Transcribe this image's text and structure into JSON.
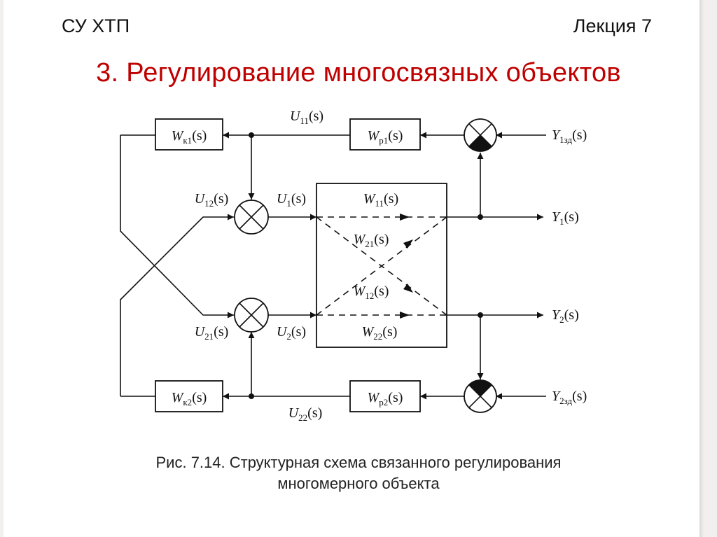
{
  "header": {
    "left": "СУ ХТП",
    "right": "Лекция 7"
  },
  "title": "3. Регулирование многосвязных объектов",
  "caption": {
    "line1": "Рис. 7.14. Структурная схема связанного регулирования",
    "line2": "многомерного объекта"
  },
  "diagram": {
    "blocks": {
      "wk1": {
        "main": "W",
        "sub": "к1",
        "arg": "(s)"
      },
      "wp1": {
        "main": "W",
        "sub": "р1",
        "arg": "(s)"
      },
      "wk2": {
        "main": "W",
        "sub": "к2",
        "arg": "(s)"
      },
      "wp2": {
        "main": "W",
        "sub": "р2",
        "arg": "(s)"
      }
    },
    "signals": {
      "u11": {
        "main": "U",
        "sub": "11",
        "arg": "(s)"
      },
      "u12": {
        "main": "U",
        "sub": "12",
        "arg": "(s)"
      },
      "u1": {
        "main": "U",
        "sub": "1",
        "arg": "(s)"
      },
      "u21": {
        "main": "U",
        "sub": "21",
        "arg": "(s)"
      },
      "u2": {
        "main": "U",
        "sub": "2",
        "arg": "(s)"
      },
      "u22": {
        "main": "U",
        "sub": "22",
        "arg": "(s)"
      },
      "y1": {
        "main": "Y",
        "sub": "1",
        "arg": "(s)"
      },
      "y2": {
        "main": "Y",
        "sub": "2",
        "arg": "(s)"
      },
      "y1zd": {
        "main": "Y",
        "sub": "1зд",
        "arg": "(s)"
      },
      "y2zd": {
        "main": "Y",
        "sub": "2зд",
        "arg": "(s)"
      },
      "w11": {
        "main": "W",
        "sub": "11",
        "arg": "(s)"
      },
      "w21": {
        "main": "W",
        "sub": "21",
        "arg": "(s)"
      },
      "w12": {
        "main": "W",
        "sub": "12",
        "arg": "(s)"
      },
      "w22": {
        "main": "W",
        "sub": "22",
        "arg": "(s)"
      }
    }
  }
}
